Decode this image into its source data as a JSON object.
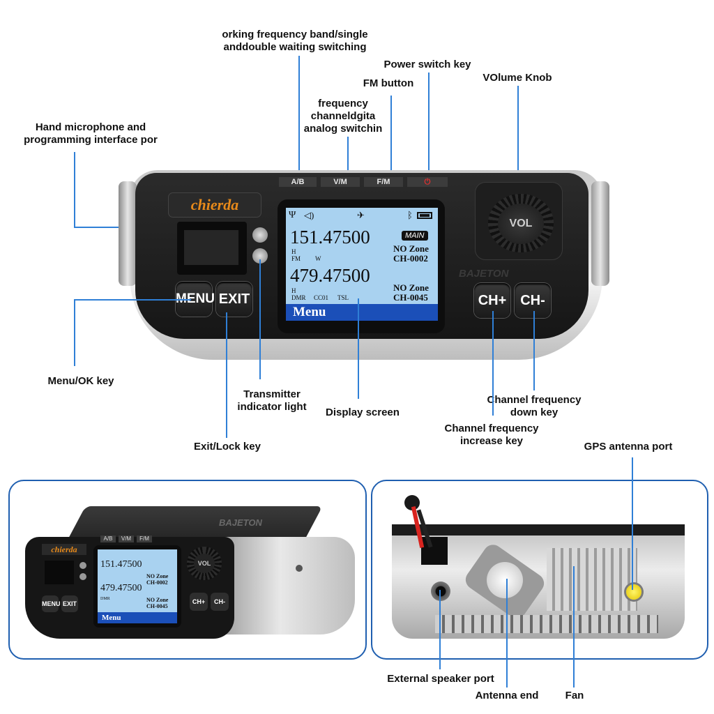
{
  "labels": {
    "band_switch_1": "orking frequency band/single",
    "band_switch_2": "anddouble waiting switching",
    "power_key": "Power switch key",
    "fm_button": "FM button",
    "volume_knob": "VOlume Knob",
    "freq_switch_1": "frequency",
    "freq_switch_2": "channeldgita",
    "freq_switch_3": "analog switchin",
    "hand_mic_1": "Hand microphone and",
    "hand_mic_2": "programming interface por",
    "menu_ok": "Menu/OK key",
    "tx_light_1": "Transmitter",
    "tx_light_2": "indicator light",
    "display": "Display screen",
    "ch_down_1": "Channel frequency",
    "ch_down_2": "down key",
    "ch_up_1": "Channel frequency",
    "ch_up_2": "increase key",
    "exit_lock": "Exit/Lock key",
    "gps_port": "GPS antenna port",
    "ext_speaker": "External speaker port",
    "antenna_end": "Antenna end",
    "fan": "Fan"
  },
  "radio": {
    "brand": "chierda",
    "watermark": "BAJETON",
    "top_keys": [
      "A/B",
      "V/M",
      "F/M"
    ],
    "buttons": {
      "menu": "MENU",
      "exit": "EXIT",
      "ch_plus": "CH+",
      "ch_minus": "CH-",
      "vol": "VOL"
    }
  },
  "display_screen": {
    "line1_freq": "151.47500",
    "line1_badge": "MAIN",
    "line1_power": "H",
    "line1_mode": "FM",
    "line1_width": "W",
    "line1_zone": "NO Zone",
    "line1_channel": "CH-0002",
    "line2_freq": "479.47500",
    "line2_power": "H",
    "line2_mode": "DMR",
    "line2_cc": "CC01",
    "line2_tsl": "TSL",
    "line2_zone": "NO Zone",
    "line2_channel": "CH-0045",
    "menu": "Menu"
  },
  "icons": [
    "antenna-icon",
    "speaker-icon",
    "gps-satellite-icon",
    "bluetooth-icon",
    "battery-icon"
  ],
  "colors": {
    "accent": "#2f7fd6",
    "lcd_bg": "#a9d2f0",
    "menu_bar": "#1b4fb8",
    "brand": "#e88a1a"
  }
}
